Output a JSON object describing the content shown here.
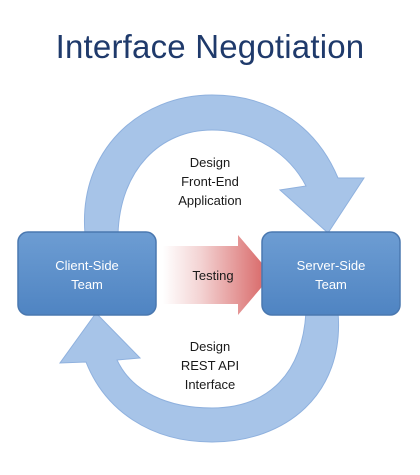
{
  "title": "Interface Negotiation",
  "nodes": {
    "client": {
      "line1": "Client-Side",
      "line2": "Team"
    },
    "server": {
      "line1": "Server-Side",
      "line2": "Team"
    }
  },
  "arrows": {
    "top": {
      "line1": "Design",
      "line2": "Front-End",
      "line3": "Application"
    },
    "middle": {
      "label": "Testing"
    },
    "bottom": {
      "line1": "Design",
      "line2": "REST API",
      "line3": "Interface"
    }
  },
  "colors": {
    "title": "#1f3a6b",
    "box_fill": "#5b8fca",
    "box_stroke": "#4a78b0",
    "cycle_fill": "#a7c4e8",
    "cycle_stroke": "#8fb1de",
    "testing_gradient_start": "#ffffff",
    "testing_gradient_end": "#d65e5e"
  }
}
